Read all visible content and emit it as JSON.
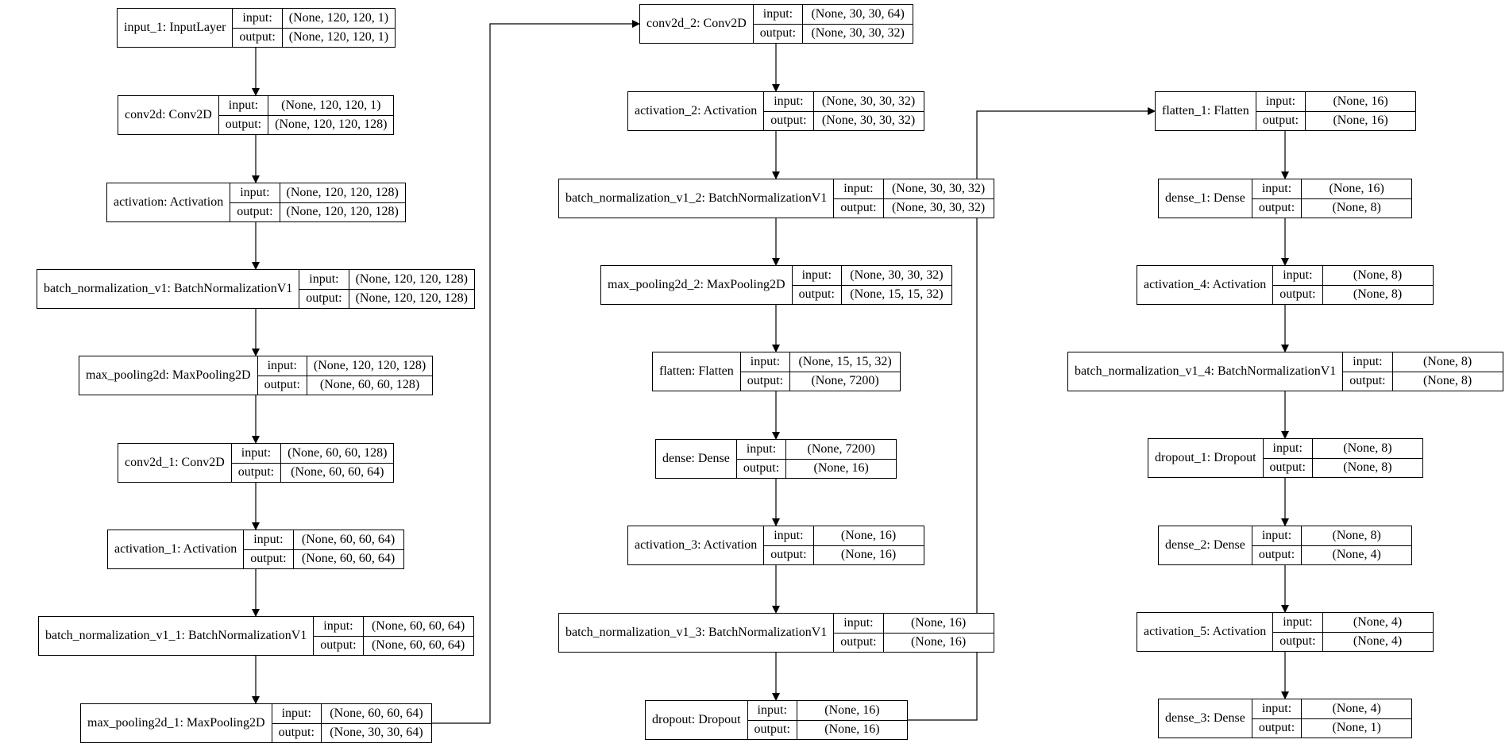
{
  "io_labels": {
    "input": "input:",
    "output": "output:"
  },
  "columns": [
    {
      "layers": [
        {
          "name": "input_1: InputLayer",
          "input": "(None, 120, 120, 1)",
          "output": "(None, 120, 120, 1)"
        },
        {
          "name": "conv2d: Conv2D",
          "input": "(None, 120, 120, 1)",
          "output": "(None, 120, 120, 128)"
        },
        {
          "name": "activation: Activation",
          "input": "(None, 120, 120, 128)",
          "output": "(None, 120, 120, 128)"
        },
        {
          "name": "batch_normalization_v1: BatchNormalizationV1",
          "input": "(None, 120, 120, 128)",
          "output": "(None, 120, 120, 128)"
        },
        {
          "name": "max_pooling2d: MaxPooling2D",
          "input": "(None, 120, 120, 128)",
          "output": "(None, 60, 60, 128)"
        },
        {
          "name": "conv2d_1: Conv2D",
          "input": "(None, 60, 60, 128)",
          "output": "(None, 60, 60, 64)"
        },
        {
          "name": "activation_1: Activation",
          "input": "(None, 60, 60, 64)",
          "output": "(None, 60, 60, 64)"
        },
        {
          "name": "batch_normalization_v1_1: BatchNormalizationV1",
          "input": "(None, 60, 60, 64)",
          "output": "(None, 60, 60, 64)"
        },
        {
          "name": "max_pooling2d_1: MaxPooling2D",
          "input": "(None, 60, 60, 64)",
          "output": "(None, 30, 30, 64)"
        }
      ]
    },
    {
      "layers": [
        {
          "name": "conv2d_2: Conv2D",
          "input": "(None, 30, 30, 64)",
          "output": "(None, 30, 30, 32)"
        },
        {
          "name": "activation_2: Activation",
          "input": "(None, 30, 30, 32)",
          "output": "(None, 30, 30, 32)"
        },
        {
          "name": "batch_normalization_v1_2: BatchNormalizationV1",
          "input": "(None, 30, 30, 32)",
          "output": "(None, 30, 30, 32)"
        },
        {
          "name": "max_pooling2d_2: MaxPooling2D",
          "input": "(None, 30, 30, 32)",
          "output": "(None, 15, 15, 32)"
        },
        {
          "name": "flatten: Flatten",
          "input": "(None, 15, 15, 32)",
          "output": "(None, 7200)"
        },
        {
          "name": "dense: Dense",
          "input": "(None, 7200)",
          "output": "(None, 16)"
        },
        {
          "name": "activation_3: Activation",
          "input": "(None, 16)",
          "output": "(None, 16)"
        },
        {
          "name": "batch_normalization_v1_3: BatchNormalizationV1",
          "input": "(None, 16)",
          "output": "(None, 16)"
        },
        {
          "name": "dropout: Dropout",
          "input": "(None, 16)",
          "output": "(None, 16)"
        }
      ]
    },
    {
      "layers": [
        {
          "name": "flatten_1: Flatten",
          "input": "(None, 16)",
          "output": "(None, 16)"
        },
        {
          "name": "dense_1: Dense",
          "input": "(None, 16)",
          "output": "(None, 8)"
        },
        {
          "name": "activation_4: Activation",
          "input": "(None, 8)",
          "output": "(None, 8)"
        },
        {
          "name": "batch_normalization_v1_4: BatchNormalizationV1",
          "input": "(None, 8)",
          "output": "(None, 8)"
        },
        {
          "name": "dropout_1: Dropout",
          "input": "(None, 8)",
          "output": "(None, 8)"
        },
        {
          "name": "dense_2: Dense",
          "input": "(None, 8)",
          "output": "(None, 4)"
        },
        {
          "name": "activation_5: Activation",
          "input": "(None, 4)",
          "output": "(None, 4)"
        },
        {
          "name": "dense_3: Dense",
          "input": "(None, 4)",
          "output": "(None, 1)"
        }
      ]
    }
  ]
}
